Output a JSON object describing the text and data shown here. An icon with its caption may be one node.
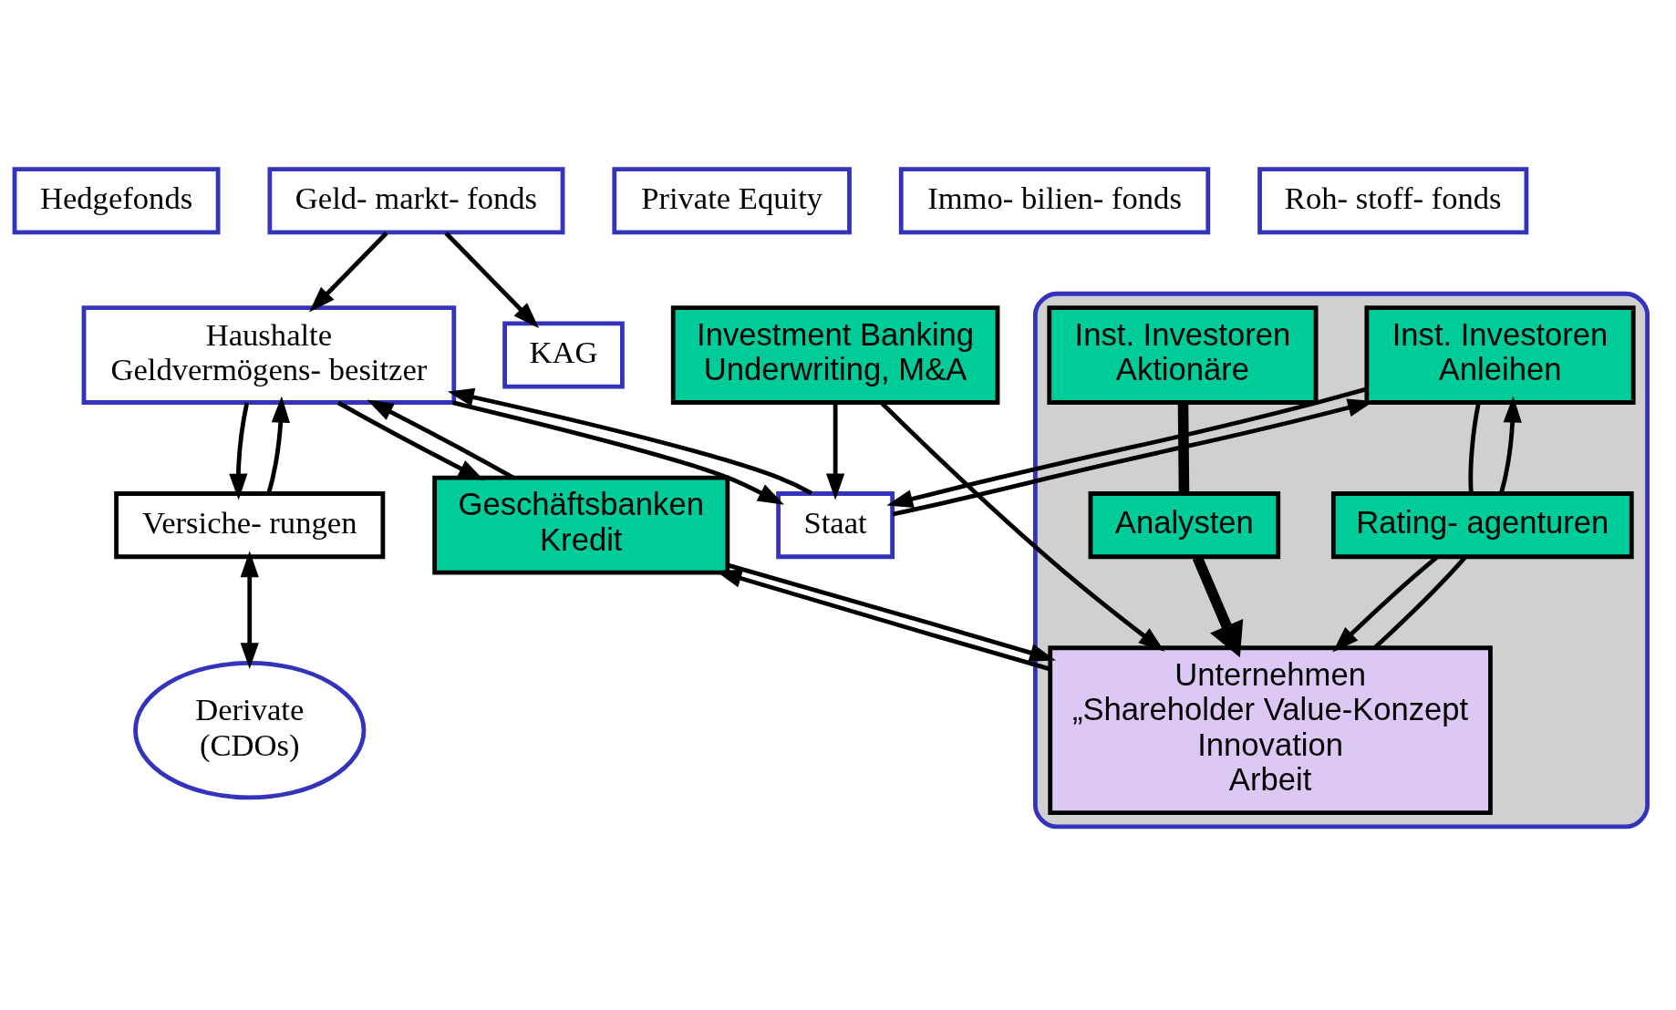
{
  "diagram": {
    "nodes": [
      {
        "text": [
          "Hedgefonds"
        ]
      },
      {
        "text": [
          "KAG"
        ]
      },
      {
        "text": [
          "Private Equity"
        ]
      },
      {
        "text": [
          "Immo- bilien- fonds"
        ]
      },
      {
        "text": [
          "Roh- stoff- fonds"
        ]
      },
      {
        "text": [
          "Geld- markt- fonds"
        ]
      },
      {
        "text": [],
        "shape": "ellipse"
      },
      {
        "text": [
          "Inst. Investoren",
          "Anleihen"
        ],
        "in": 6
      },
      {
        "text": [
          "Rating- agenturen"
        ],
        "in": 6
      },
      {
        "text": [
          "Inst. Investoren",
          "Aktionäre"
        ],
        "in": 6
      },
      {
        "text": [
          "Analysten"
        ],
        "in": 6
      },
      {
        "text": [
          "Derivate",
          "(CDOs)"
        ]
      },
      {
        "text": [
          "Staat"
        ]
      },
      {
        "text": [
          "Investment Banking",
          "Underwriting, M&A"
        ]
      },
      {
        "text": [
          "Unternehmen",
          "„Shareholder Value-Konzept",
          "Innovation",
          "Arbeit"
        ],
        "in": 6
      },
      {
        "text": [
          "Versiche- rungen"
        ]
      },
      {
        "text": [
          "Haushalte",
          "Geldvermögens- besitzer"
        ]
      },
      {
        "text": [
          "Geschäftsbanken",
          "Kredit"
        ]
      }
    ],
    "edges": [
      {
        "from": 5,
        "to": 1,
        "arrow": "to"
      },
      {
        "from": 5,
        "to": 16,
        "arrow": "to"
      },
      {
        "from": 15,
        "to": 11,
        "arrow": "both"
      },
      {
        "from": 12,
        "to": 7,
        "arrow": "to"
      },
      {
        "from": 7,
        "to": 12,
        "arrow": "to"
      },
      {
        "from": 8,
        "to": 7,
        "arrow": "to"
      },
      {
        "from": 7,
        "to": 8,
        "arrow": "none"
      },
      {
        "from": 8,
        "to": 14,
        "arrow": "to"
      },
      {
        "from": 14,
        "to": 8,
        "arrow": "none"
      },
      {
        "from": 9,
        "to": 10,
        "arrow": "none",
        "style": "thick"
      },
      {
        "from": 10,
        "to": 14,
        "arrow": "to",
        "style": "thick"
      },
      {
        "from": 13,
        "to": 12,
        "arrow": "to"
      },
      {
        "from": 13,
        "to": 14,
        "arrow": "to"
      },
      {
        "from": 14,
        "to": 17,
        "arrow": "to"
      },
      {
        "from": 17,
        "to": 14,
        "arrow": "to"
      },
      {
        "from": 12,
        "to": 16,
        "arrow": "to"
      },
      {
        "from": 16,
        "to": 12,
        "arrow": "to"
      },
      {
        "from": 16,
        "to": 17,
        "arrow": "to"
      },
      {
        "from": 17,
        "to": 16,
        "arrow": "to"
      },
      {
        "from": 16,
        "to": 15,
        "arrow": "to"
      },
      {
        "from": 15,
        "to": 16,
        "arrow": "to"
      }
    ]
  }
}
